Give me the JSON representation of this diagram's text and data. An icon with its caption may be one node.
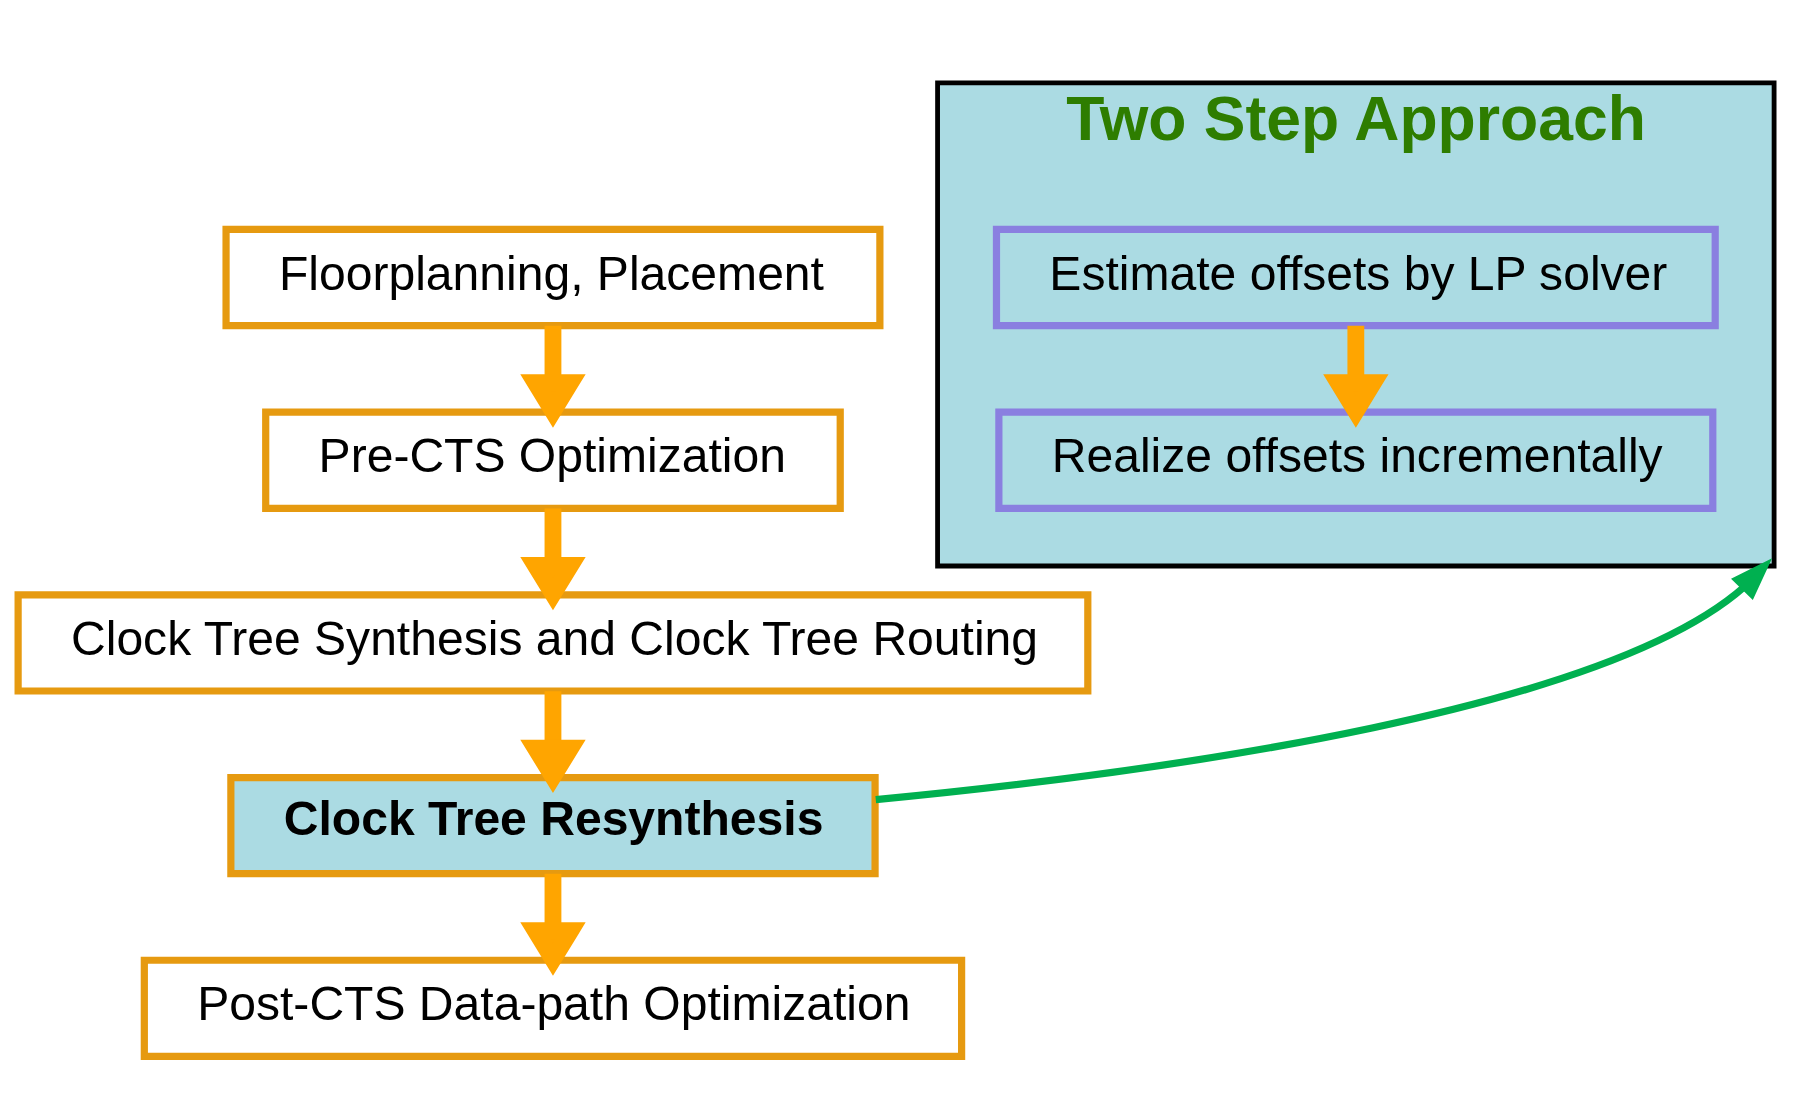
{
  "diagram": {
    "nodes": [
      {
        "text": [
          "Floorplanning, Placement"
        ]
      },
      {
        "text": [
          "Pre-CTS Optimization"
        ]
      },
      {
        "text": [
          "Clock Tree Synthesis and Clock Tree Routing"
        ]
      },
      {
        "text": [
          "Clock Tree Resynthesis"
        ]
      },
      {
        "text": [
          "Post-CTS Data-path Optimization"
        ]
      },
      {
        "text": [
          "Two Step Approach"
        ]
      },
      {
        "text": [
          "Estimate offsets by LP solver"
        ],
        "in": 5
      },
      {
        "text": [
          "Realize offsets incrementally"
        ],
        "in": 5
      }
    ],
    "edges": [
      {
        "from": 0,
        "to": 1,
        "arrow": "to"
      },
      {
        "from": 1,
        "to": 2,
        "arrow": "to"
      },
      {
        "from": 2,
        "to": 3,
        "arrow": "to"
      },
      {
        "from": 3,
        "to": 4,
        "arrow": "to"
      },
      {
        "from": 3,
        "to": 5,
        "arrow": "to",
        "color": "#00b050"
      },
      {
        "from": 6,
        "to": 7,
        "arrow": "to"
      }
    ]
  }
}
